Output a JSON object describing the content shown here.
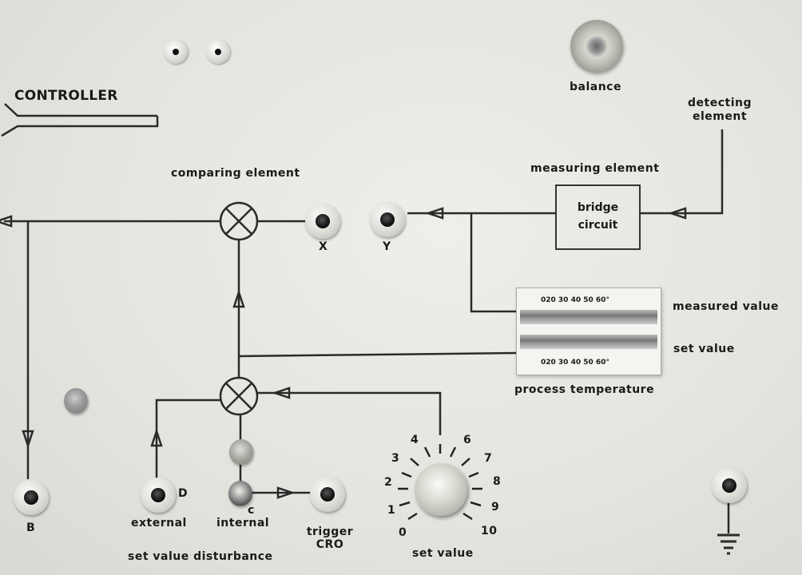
{
  "panel": {
    "controller_label": "CONTROLLER",
    "balance_label": "balance",
    "detecting_element_label": [
      "detecting",
      "element"
    ],
    "measuring_element_label": "measuring element",
    "bridge_circuit_label": [
      "bridge",
      "circuit"
    ],
    "comparing_element_label": "comparing element",
    "jack_x_label": "X",
    "jack_y_label": "Y",
    "jack_b_label": "B",
    "jack_d_label": "D",
    "switch_c_label": "c",
    "measured_value_label": "measured value",
    "set_value_meter_label": "set value",
    "process_temperature_label": "process temperature",
    "external_label": "external",
    "internal_label": "internal",
    "set_value_disturbance_label": "set value disturbance",
    "trigger_cro_label": [
      "trigger",
      "CRO"
    ],
    "set_value_knob_label": "set value",
    "meter_scale_top": "020 30 40 50 60°",
    "meter_scale_bottom": "020 30 40 50 60°",
    "dial_numbers": [
      "0",
      "1",
      "2",
      "3",
      "4",
      "6",
      "7",
      "8",
      "9",
      "10"
    ]
  }
}
